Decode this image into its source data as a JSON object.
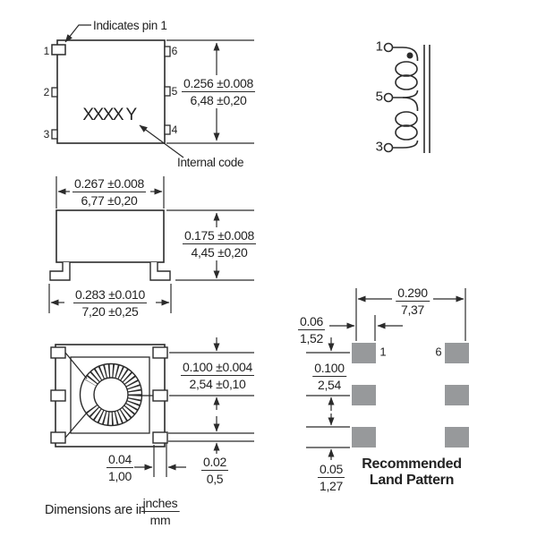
{
  "colors": {
    "line": "#2b2b2b",
    "pad_fill": "#97999b",
    "text": "#222222",
    "background": "#ffffff"
  },
  "top_view": {
    "pin1_note": "Indicates pin 1",
    "internal_code_note": "Internal code",
    "marking": "XXXX Y",
    "pins_left": [
      "1",
      "2",
      "3"
    ],
    "pins_right": [
      "6",
      "5",
      "4"
    ],
    "dim_height": {
      "in": "0.256 ±0.008",
      "mm": "6,48 ±0,20"
    }
  },
  "side_view": {
    "dim_width": {
      "in": "0.267 ±0.008",
      "mm": "6,77 ±0,20"
    },
    "dim_height": {
      "in": "0.175 ±0.008",
      "mm": "4,45 ±0,20"
    },
    "dim_span": {
      "in": "0.283 ±0.010",
      "mm": "7,20 ±0,25"
    }
  },
  "bottom_view": {
    "dim_pitch": {
      "in": "0.100 ±0.004",
      "mm": "2,54 ±0,10"
    },
    "dim_lead_width": {
      "in": "0.04",
      "mm": "1,00"
    },
    "dim_lead_thickness": {
      "in": "0.02",
      "mm": "0,5"
    }
  },
  "schematic": {
    "pins": [
      "1",
      "5",
      "3"
    ]
  },
  "land_pattern": {
    "title_line1": "Recommended",
    "title_line2": "Land Pattern",
    "pad_first": "1",
    "pad_last": "6",
    "dim_overall": {
      "in": "0.290",
      "mm": "7,37"
    },
    "dim_pad_width": {
      "in": "0.06",
      "mm": "1,52"
    },
    "dim_pitch": {
      "in": "0.100",
      "mm": "2,54"
    },
    "dim_pad_height": {
      "in": "0.05",
      "mm": "1,27"
    }
  },
  "footer": {
    "prefix": "Dimensions are in",
    "numerator": "inches",
    "denominator": "mm"
  }
}
